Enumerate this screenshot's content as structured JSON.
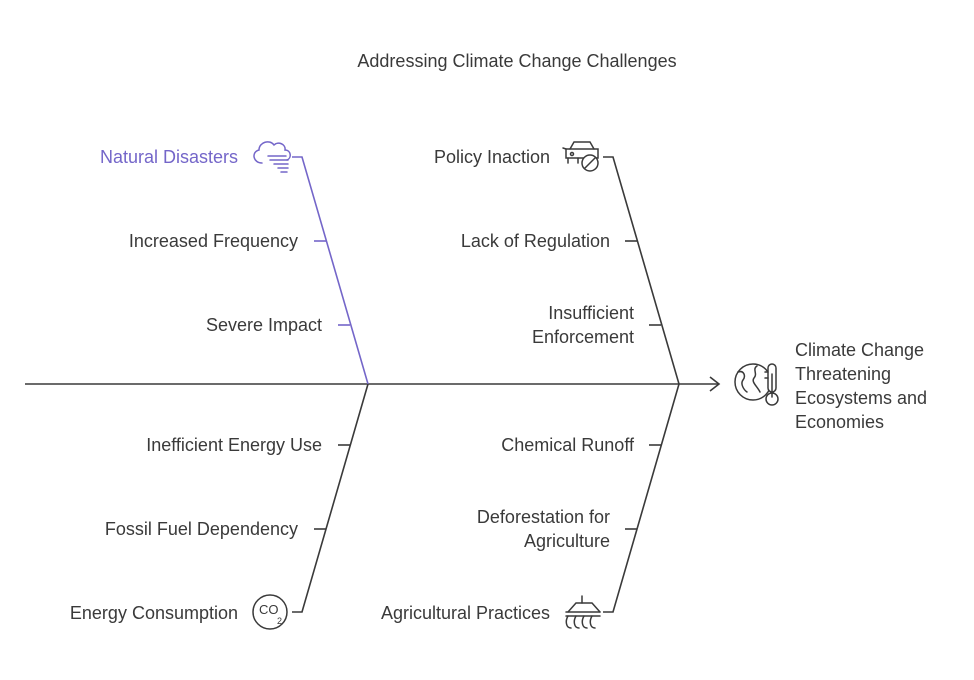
{
  "title": "Addressing Climate Change Challenges",
  "colors": {
    "line": "#3a3a3a",
    "accent": "#7466c9",
    "background": "#ffffff"
  },
  "effect": {
    "lines": [
      "Climate Change",
      "Threatening",
      "Ecosystems and",
      "Economies"
    ],
    "icon": "globe-thermometer-icon"
  },
  "categories": [
    {
      "id": "natural",
      "label": "Natural Disasters",
      "icon": "storm-cloud-icon",
      "causes": [
        "Increased Frequency",
        "Severe Impact"
      ]
    },
    {
      "id": "policy",
      "label": "Policy Inaction",
      "icon": "car-prohibited-icon",
      "causes": [
        "Lack of Regulation",
        "Insufficient Enforcement"
      ]
    },
    {
      "id": "energy",
      "label": "Energy Consumption",
      "icon": "co2-icon",
      "causes": [
        "Inefficient Energy Use",
        "Fossil Fuel Dependency"
      ]
    },
    {
      "id": "agri",
      "label": "Agricultural Practices",
      "icon": "plow-icon",
      "causes": [
        "Chemical Runoff",
        "Deforestation for Agriculture"
      ]
    }
  ]
}
